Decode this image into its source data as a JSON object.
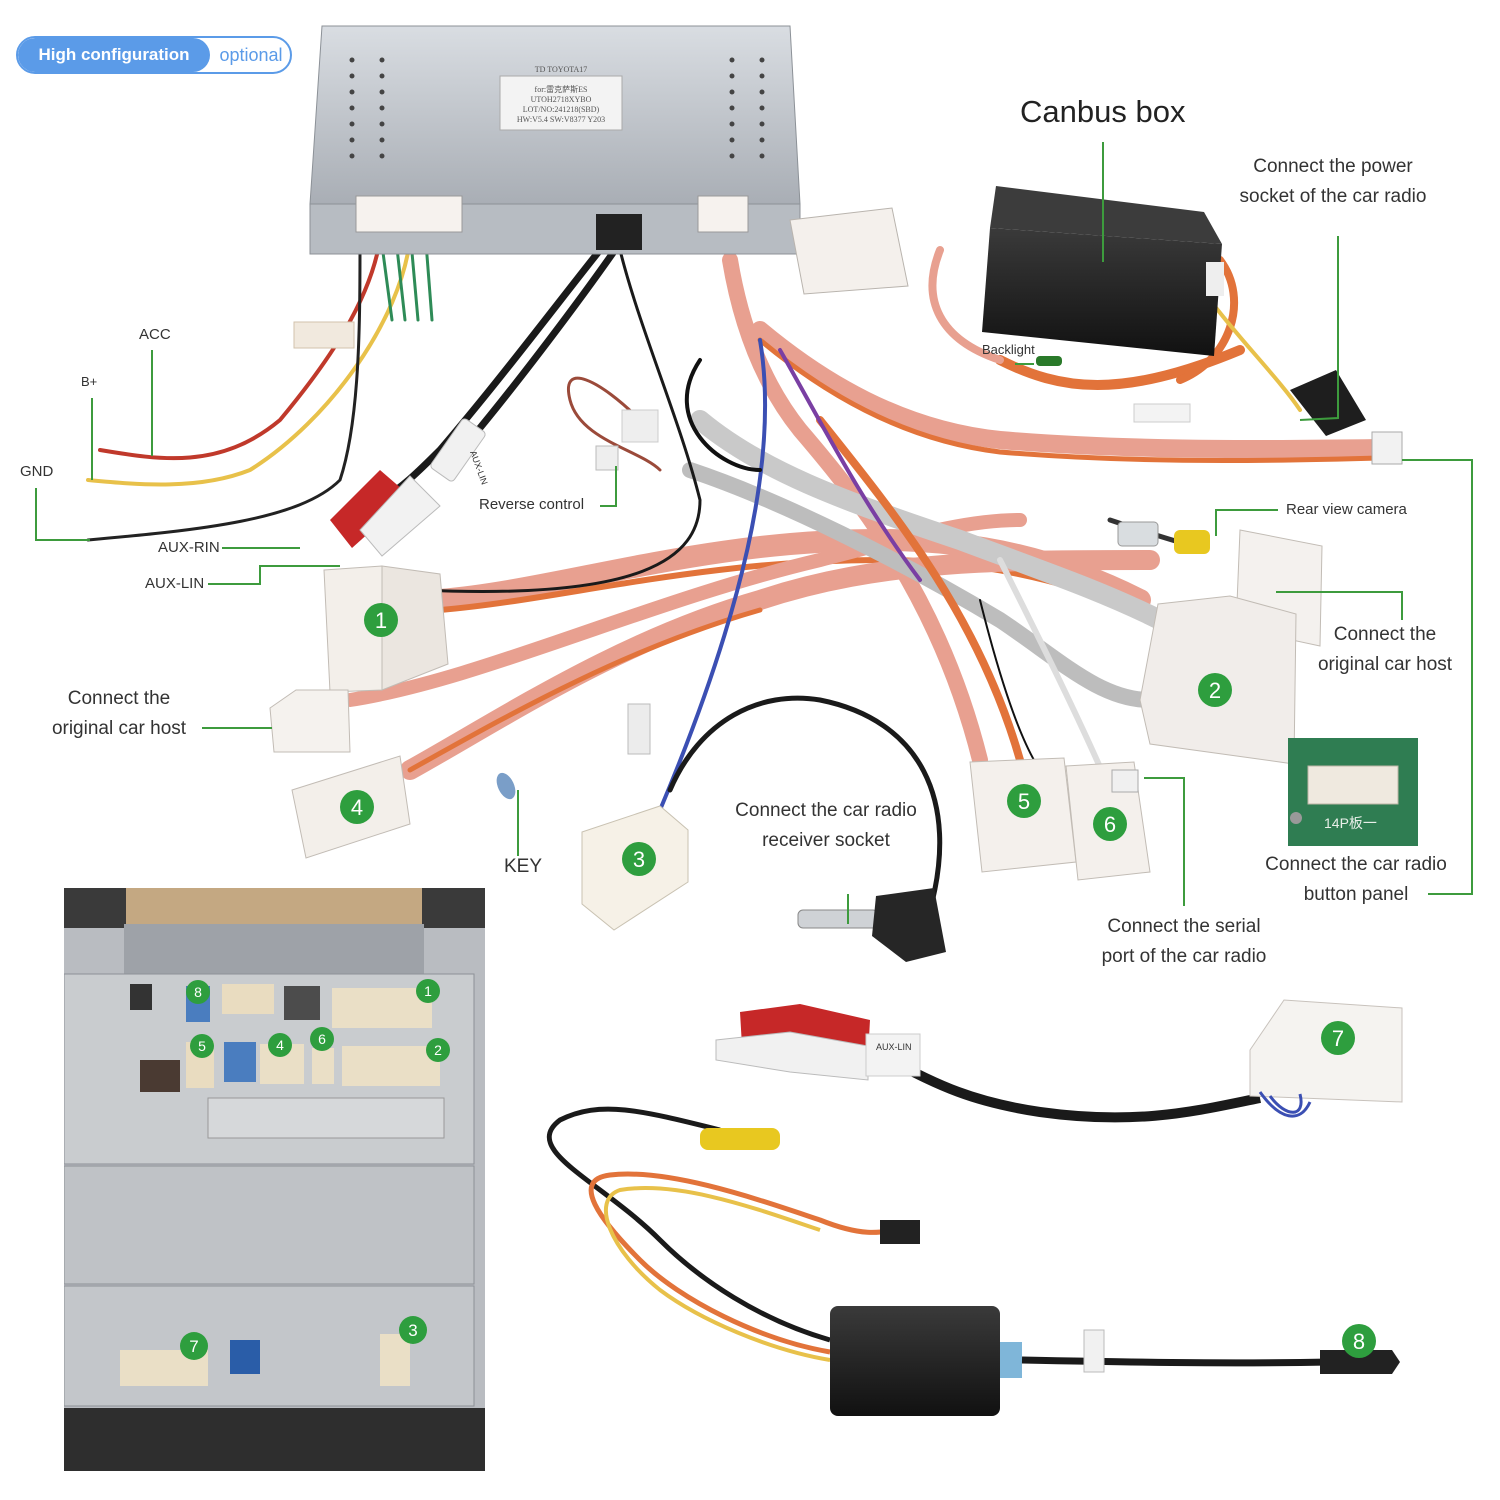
{
  "config_toggle": {
    "active": "High configuration",
    "inactive": "optional"
  },
  "colors": {
    "accent": "#5b9be8",
    "leader": "#3d9b3d",
    "badge": "#2e9e3e",
    "wire_orange": "#e2733a",
    "wire_pink": "#e8a090"
  },
  "box_label": {
    "lines": [
      "TD TOYOTA17",
      "for:雷克萨斯ES",
      "UTOH2718XYBO",
      "LOT/NO:241218(SBD)",
      "HW:V5.4 SW:V8377 Y203"
    ]
  },
  "labels": {
    "canbus_box": "Canbus box",
    "power_socket": [
      "Connect the power",
      "socket of the car radio"
    ],
    "acc": "ACC",
    "b_plus": "B+",
    "gnd": "GND",
    "backlight": "Backlight",
    "aux_rin": "AUX-RIN",
    "aux_lin": "AUX-LIN",
    "reverse_control": "Reverse control",
    "rear_view_camera": "Rear view camera",
    "orig_host_right": [
      "Connect the",
      "original car host"
    ],
    "orig_host_left": [
      "Connect the",
      "original car host"
    ],
    "key": "KEY",
    "receiver_socket": [
      "Connect the car radio",
      "receiver socket"
    ],
    "serial_port": [
      "Connect the serial",
      "port of the car radio"
    ],
    "button_panel": [
      "Connect the car radio",
      "button panel"
    ],
    "aux_lin_tag": "AUX-LIN",
    "aux_lin_tag_2": "AUX-LIN",
    "panel_silk": "14P板一"
  },
  "connectors": [
    {
      "number": "1"
    },
    {
      "number": "2"
    },
    {
      "number": "3"
    },
    {
      "number": "4"
    },
    {
      "number": "5"
    },
    {
      "number": "6"
    },
    {
      "number": "7"
    },
    {
      "number": "8"
    }
  ],
  "photo_ports": [
    {
      "number": "8"
    },
    {
      "number": "1"
    },
    {
      "number": "5"
    },
    {
      "number": "4"
    },
    {
      "number": "6"
    },
    {
      "number": "2"
    },
    {
      "number": "7"
    },
    {
      "number": "3"
    }
  ]
}
